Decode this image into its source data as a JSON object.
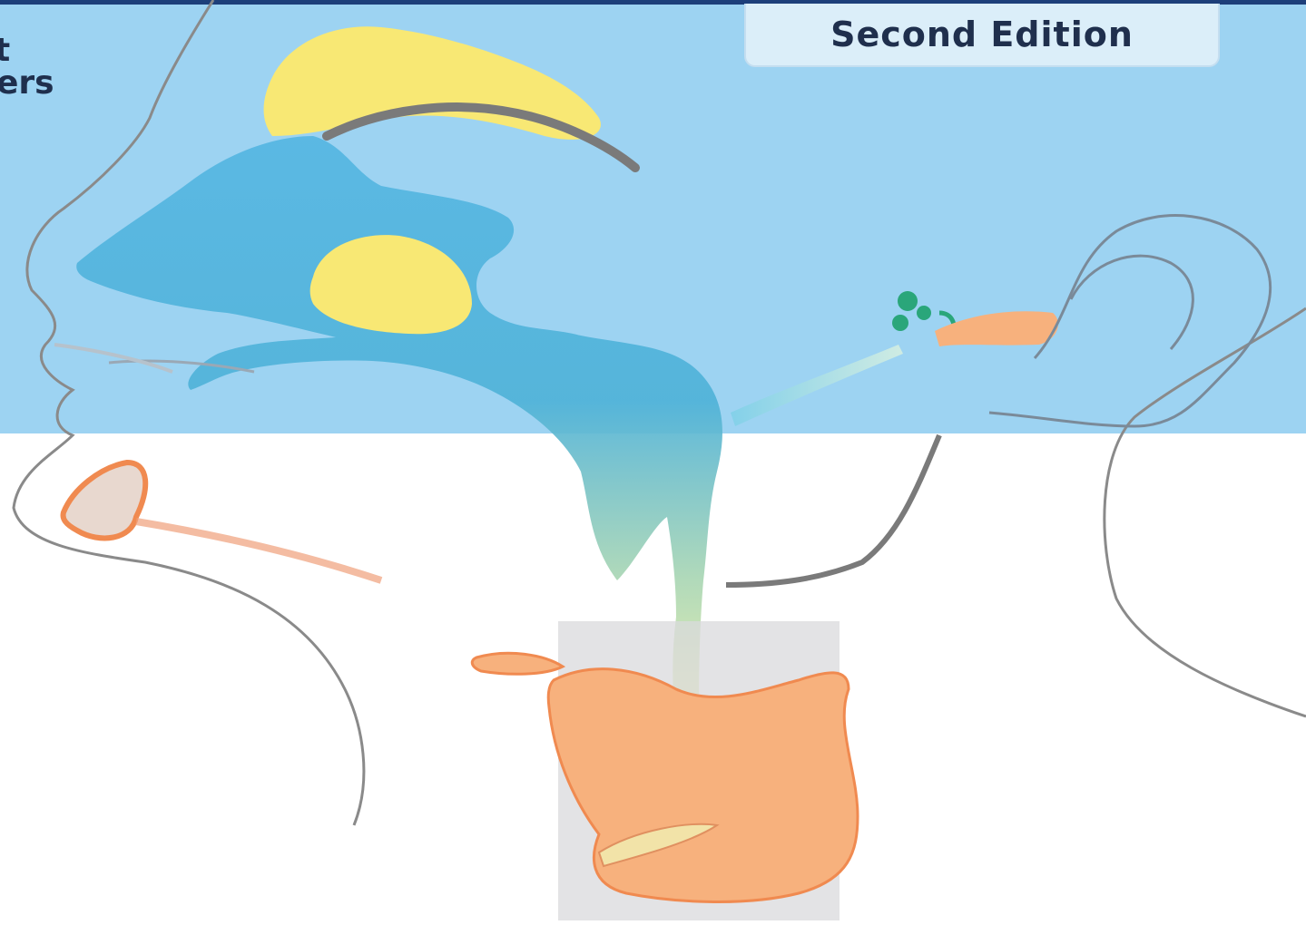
{
  "badge": {
    "label": "Second Edition"
  },
  "title_fragments": [
    "t",
    "ers"
  ],
  "colors": {
    "band_blue": "#9dd3f2",
    "top_rule": "#1d3f7a",
    "airway_blue": "#5bbbe3",
    "sinus_yellow": "#f8e874",
    "cartilage_orange": "#f7b17d",
    "outline_gray": "#8a8a8a"
  }
}
